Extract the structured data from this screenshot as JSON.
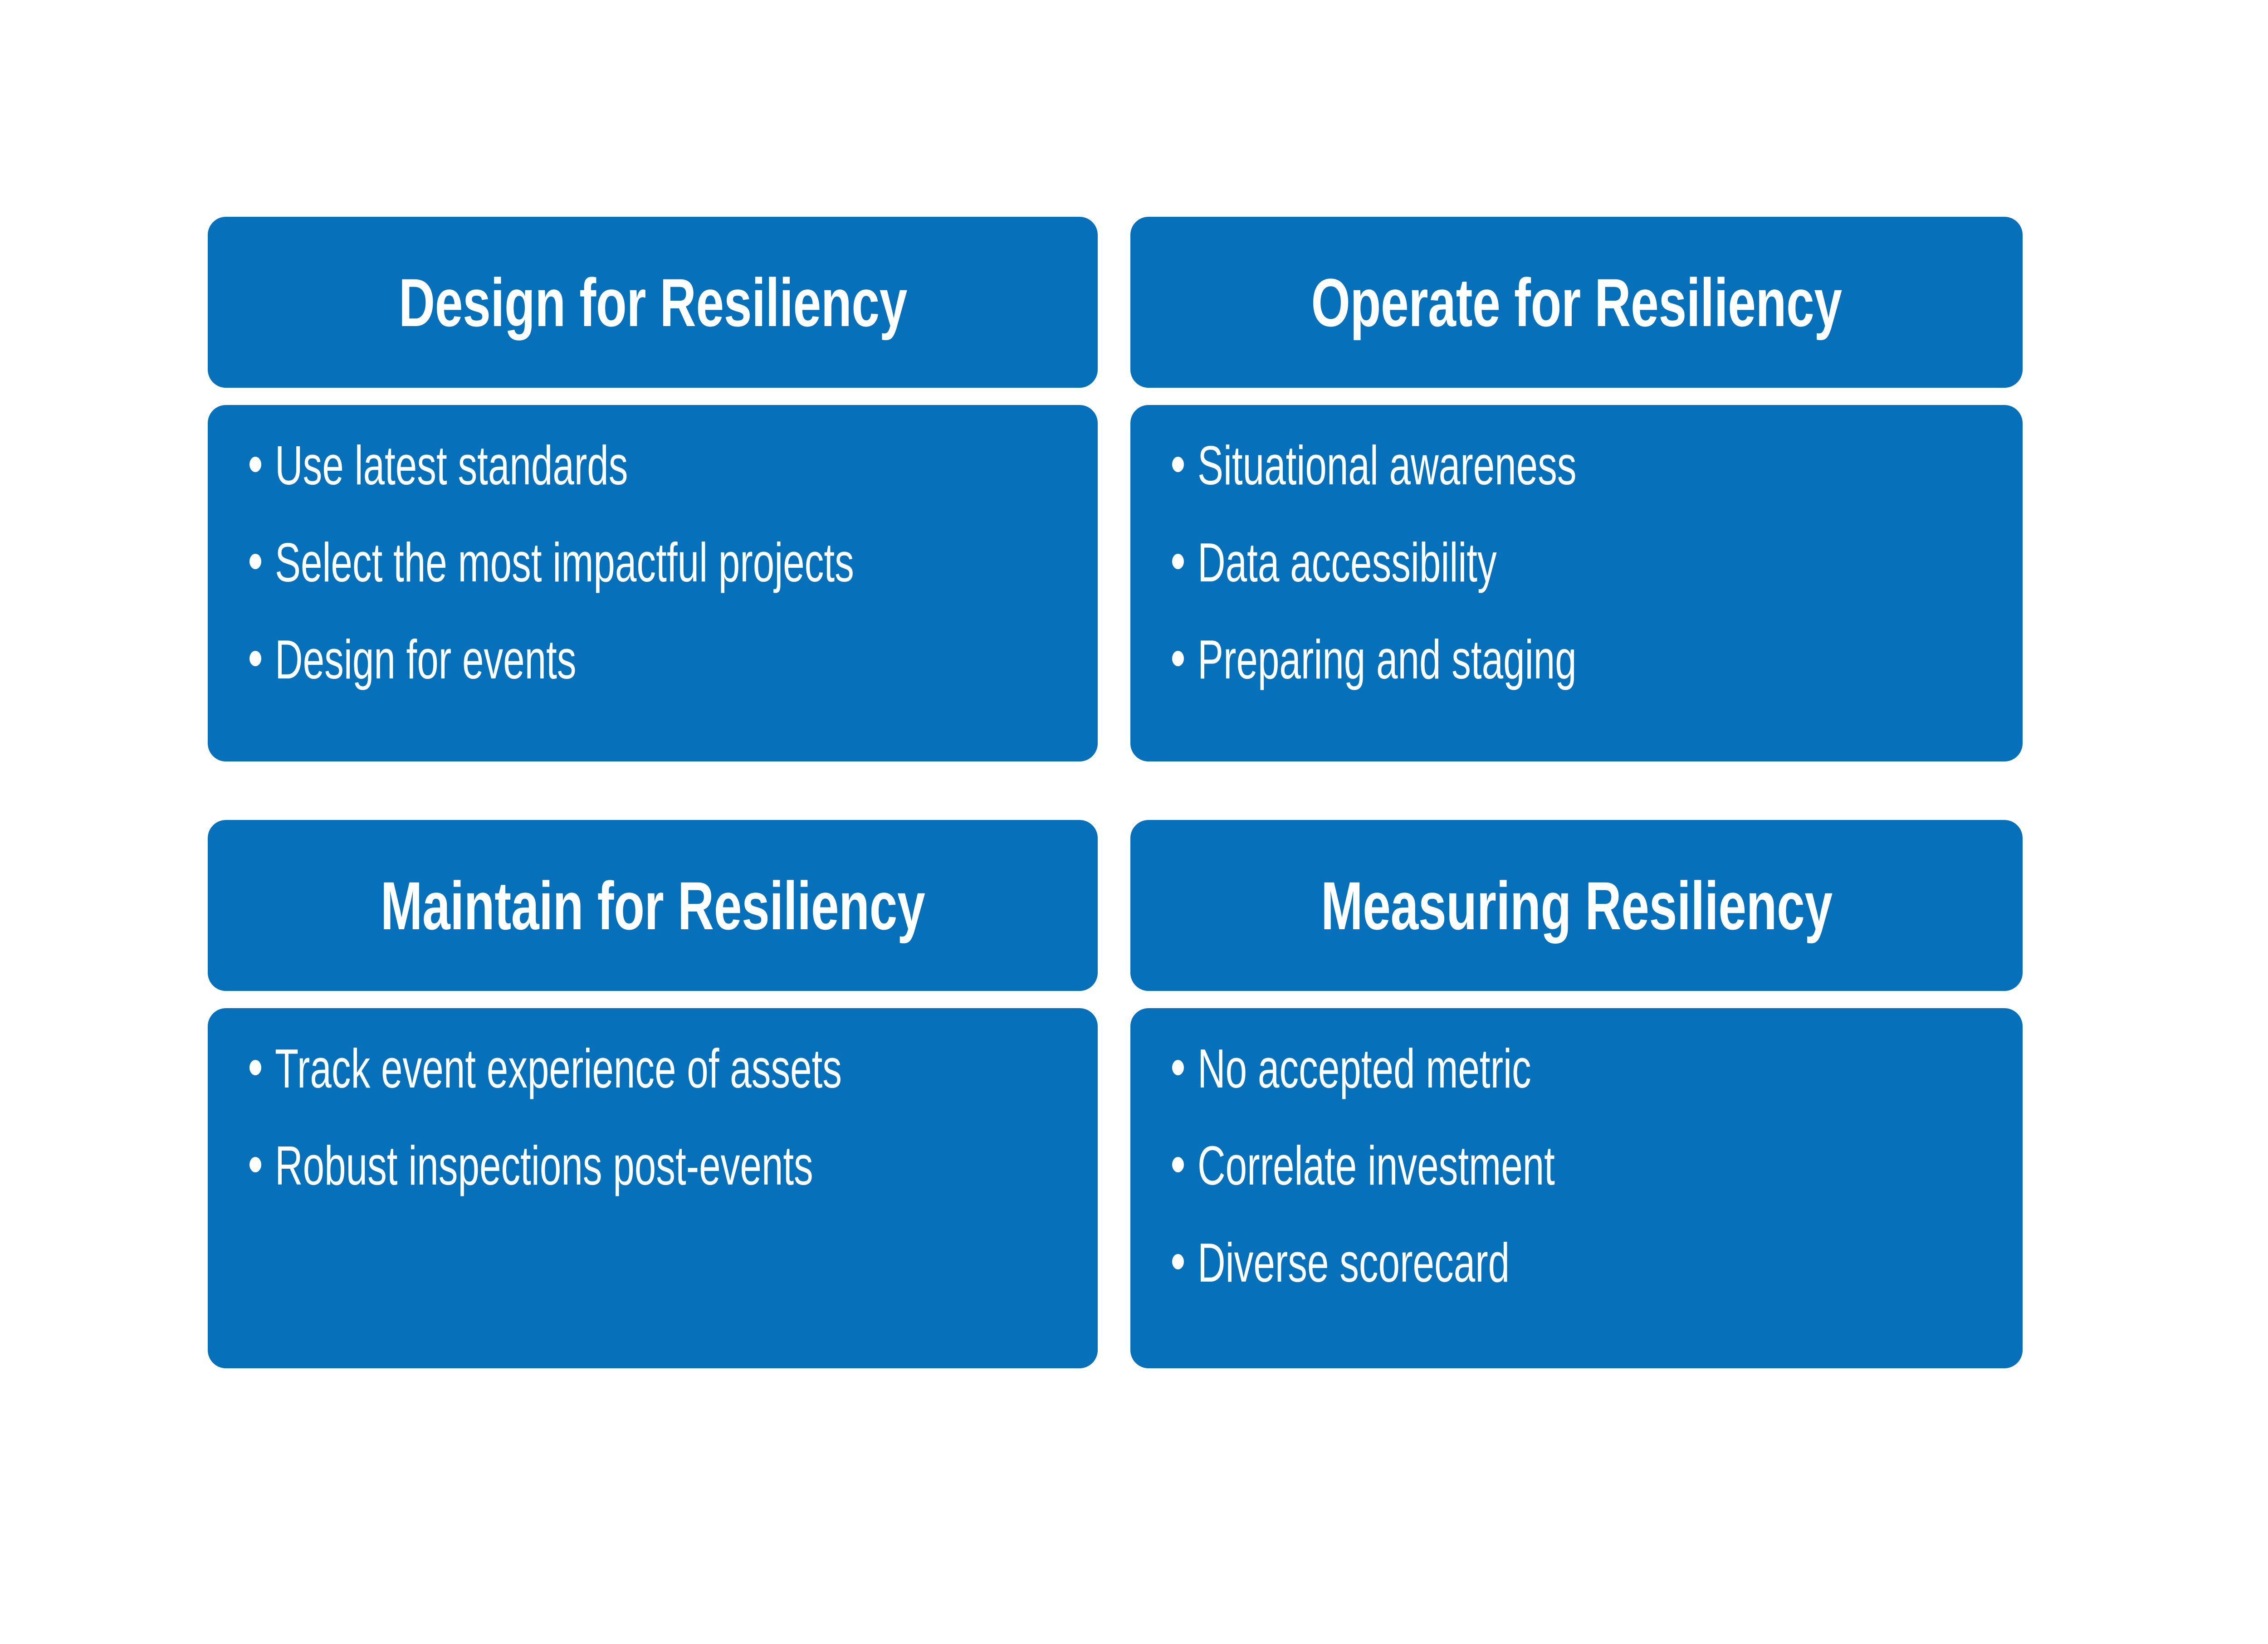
{
  "theme": {
    "panel_color": "#0670BA",
    "text_color": "#FFFFFF",
    "background_color": "#FFFFFF"
  },
  "quadrants": [
    {
      "id": "design-for-resiliency",
      "title": "Design for Resiliency",
      "bullets": [
        "Use latest standards",
        "Select the most impactful projects",
        "Design for events"
      ]
    },
    {
      "id": "operate-for-resiliency",
      "title": "Operate for Resiliency",
      "bullets": [
        "Situational awareness",
        "Data accessibility",
        "Preparing and staging"
      ]
    },
    {
      "id": "maintain-for-resiliency",
      "title": "Maintain for Resiliency",
      "bullets": [
        "Track event experience of assets",
        "Robust inspections post-events"
      ]
    },
    {
      "id": "measuring-resiliency",
      "title": "Measuring Resiliency",
      "bullets": [
        "No accepted metric",
        "Correlate investment",
        "Diverse scorecard"
      ]
    }
  ]
}
